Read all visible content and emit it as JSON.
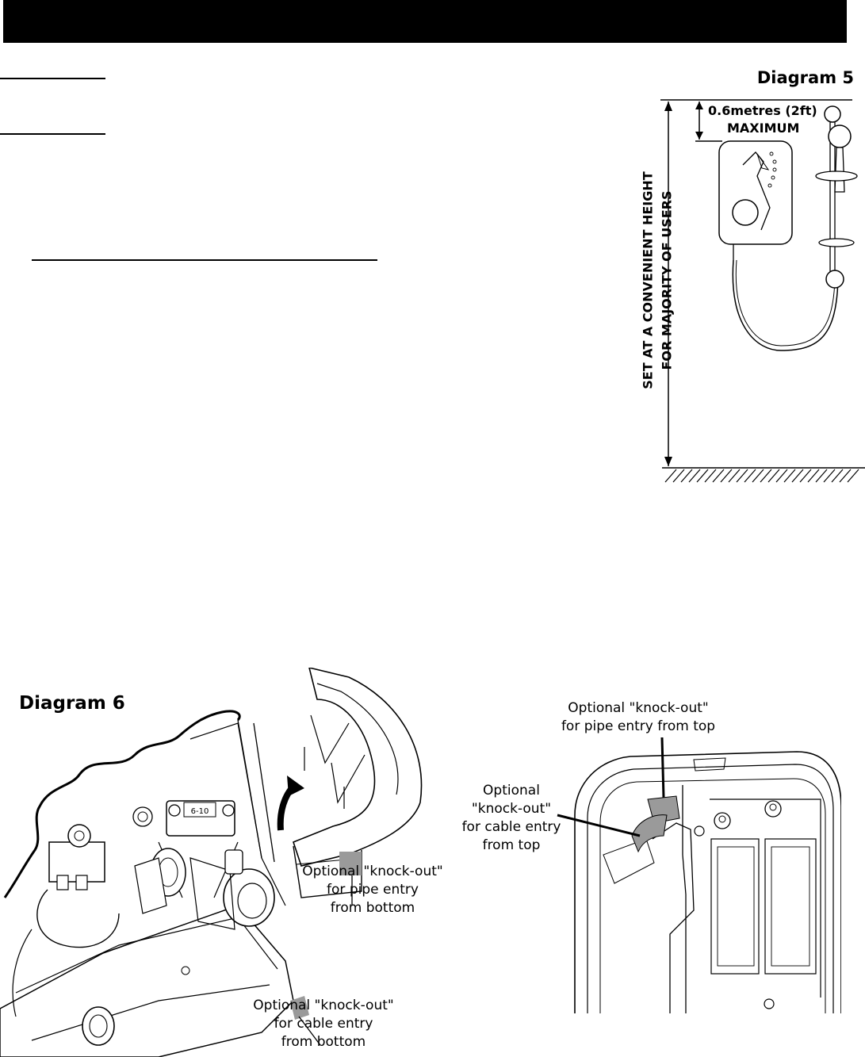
{
  "diagram5": {
    "title": "Diagram 5",
    "max_label_1": "0.6metres (2ft)",
    "max_label_2": "MAXIMUM",
    "height_label_1": "SET AT A CONVENIENT HEIGHT",
    "height_label_2": "FOR MAJORITY OF USERS"
  },
  "diagram6": {
    "title": "Diagram 6",
    "unit_label": "6-10",
    "callouts": {
      "pipe_bottom": "Optional \"knock-out\"\nfor pipe entry\nfrom bottom",
      "cable_bottom": "Optional \"knock-out\"\nfor cable entry\nfrom bottom",
      "pipe_top": "Optional \"knock-out\"\nfor pipe entry from top",
      "cable_top": "Optional\n\"knock-out\"\nfor cable entry\nfrom top"
    }
  }
}
